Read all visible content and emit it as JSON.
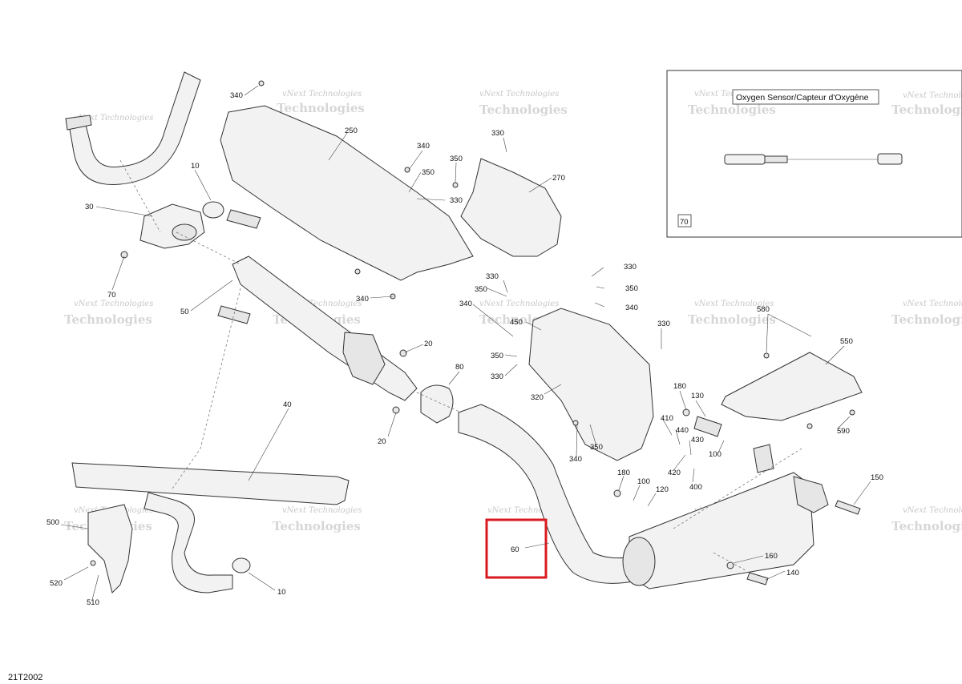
{
  "diagram_code": "21T2002",
  "inset": {
    "title": "Oxygen Sensor/Capteur d'Oxygène",
    "part_number": "70"
  },
  "highlight": {
    "part_number": "60",
    "color": "#d9191f"
  },
  "watermark": {
    "line1": "vNext Technologies",
    "line2": "Technologies"
  },
  "callouts": {
    "c340a": "340",
    "c250": "250",
    "c330a": "330",
    "c340b": "340",
    "c350a": "350",
    "c350b": "350",
    "c330b": "330",
    "c270": "270",
    "c10a": "10",
    "c30": "30",
    "c70": "70",
    "c50": "50",
    "c340c": "340",
    "c330c": "330",
    "c350c": "350",
    "c340d": "340",
    "c330d": "330",
    "c350d": "350",
    "c340e": "340",
    "c450": "450",
    "c350e": "350",
    "c330e": "330",
    "c330f": "330",
    "c580": "580",
    "c550": "550",
    "c20a": "20",
    "c80": "80",
    "c40": "40",
    "c320": "320",
    "c180a": "180",
    "c130": "130",
    "c410": "410",
    "c440": "440",
    "c430": "430",
    "c100a": "100",
    "c420": "420",
    "c400": "400",
    "c590": "590",
    "c20b": "20",
    "c340f": "340",
    "c350f": "350",
    "c180b": "180",
    "c100b": "100",
    "c120": "120",
    "c150": "150",
    "c500": "500",
    "c520": "520",
    "c510": "510",
    "c10b": "10",
    "c60": "60",
    "c160": "160",
    "c140": "140"
  }
}
